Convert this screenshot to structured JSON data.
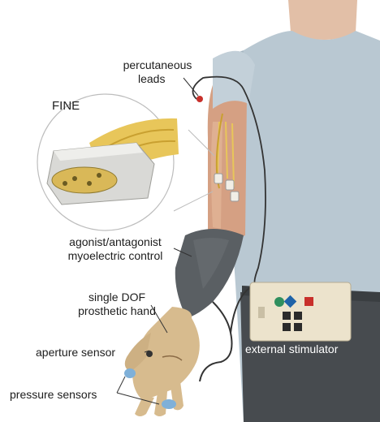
{
  "labels": {
    "percutaneous_line1": "percutaneous",
    "percutaneous_line2": "leads",
    "fine": "FINE",
    "myo_line1": "agonist/antagonist",
    "myo_line2": "myoelectric control",
    "hand_line1": "single DOF",
    "hand_line2": "prosthetic hand",
    "aperture": "aperture sensor",
    "pressure": "pressure sensors",
    "stimulator": "external stimulator"
  },
  "colors": {
    "shirt": "#b9c8d2",
    "skin": "#d5a083",
    "prosthetic_hand": "#d7bb8e",
    "sleeve": "#5a5f63",
    "pants": "#474b4f",
    "cuff": "#d9d9d6",
    "nerve": "#e8c65a",
    "stimulator_box": "#ece3cc",
    "stim_green": "#2f8f5e",
    "stim_blue": "#1f63a8",
    "stim_red": "#c8302b",
    "sensor_blue": "#7fb0d8",
    "lead_wire": "#333333"
  },
  "icons": [
    "circle-button-icon",
    "diamond-button-icon",
    "square-button-icon"
  ]
}
